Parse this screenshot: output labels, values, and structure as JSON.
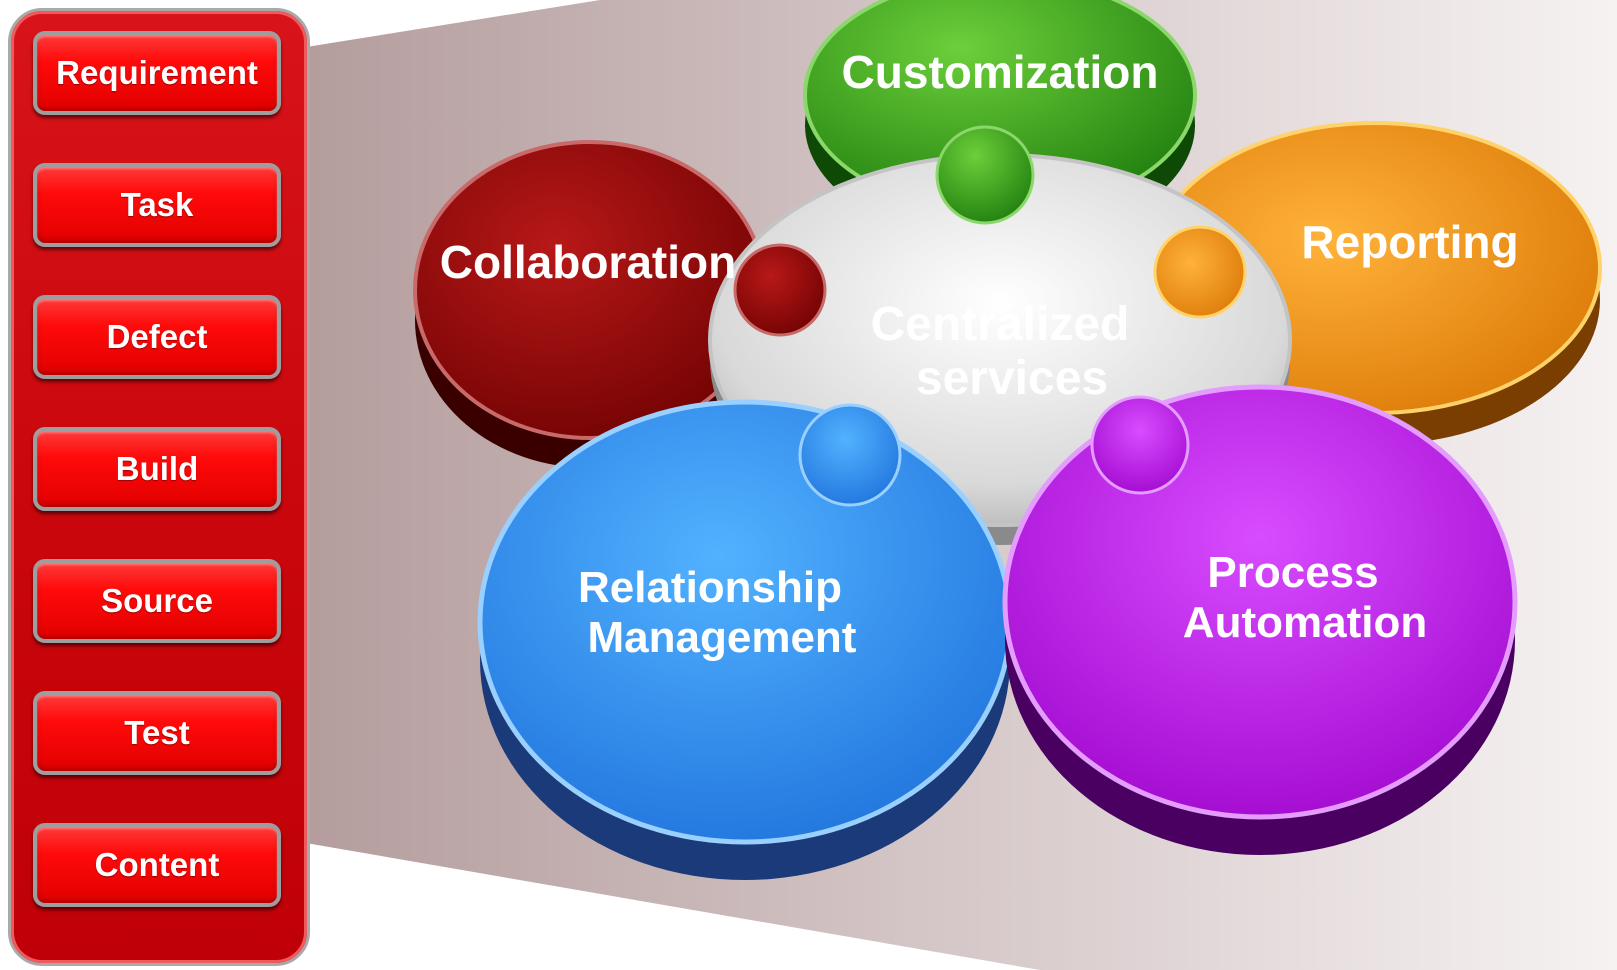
{
  "sidebar": {
    "items": [
      {
        "label": "Requirement"
      },
      {
        "label": "Task"
      },
      {
        "label": "Defect"
      },
      {
        "label": "Build"
      },
      {
        "label": "Source"
      },
      {
        "label": "Test"
      },
      {
        "label": "Content"
      }
    ]
  },
  "diagram": {
    "center": {
      "line1": "Centralized",
      "line2": "services"
    },
    "pieces": {
      "customization": {
        "label": "Customization",
        "color": "#2a9a18"
      },
      "reporting": {
        "label": "Reporting",
        "color": "#f08a00"
      },
      "collaboration": {
        "label": "Collaboration",
        "color": "#a00808"
      },
      "relationship": {
        "line1": "Relationship",
        "line2": "Management",
        "color": "#2c8cf0"
      },
      "process": {
        "line1": "Process",
        "line2": "Automation",
        "color": "#c20fe8"
      }
    }
  },
  "colors": {
    "sidebar_red": "#d00a0f",
    "button_red": "#ff0000",
    "center_silver": "#dcdcdc"
  }
}
